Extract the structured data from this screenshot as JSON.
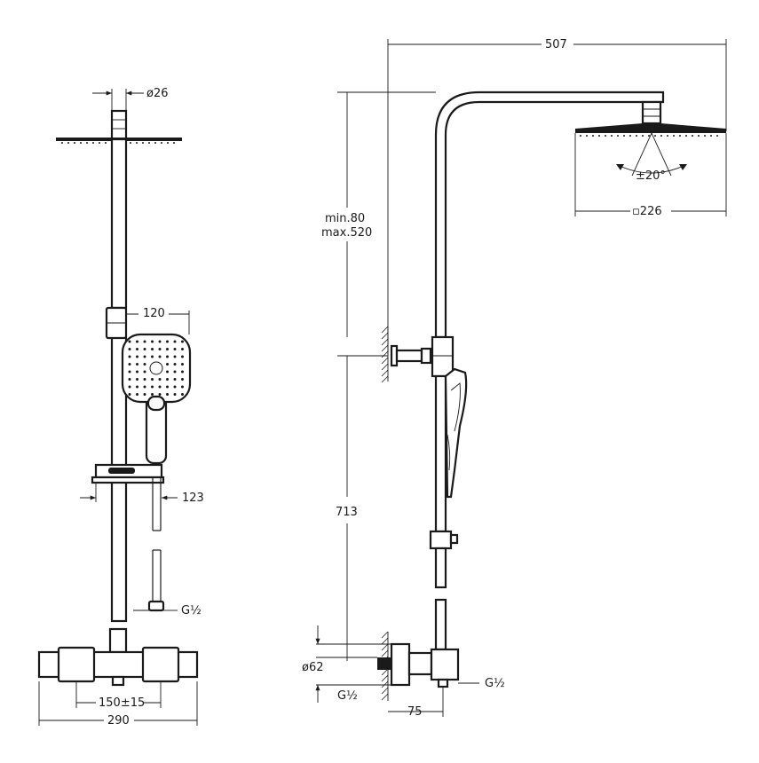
{
  "front_view": {
    "dims": {
      "pipe_diameter": "ø26",
      "hand_shower_width": "120",
      "holder_offset": "123",
      "inlet_thread": "G½",
      "inlet_spacing": "150±15",
      "mixer_width": "290"
    }
  },
  "side_view": {
    "dims": {
      "arm_reach": "507",
      "adjust_range_min": "min.80",
      "adjust_range_max": "max.520",
      "swivel_angle": "±20°",
      "head_size": "▫226",
      "height": "713",
      "connector_diameter": "ø62",
      "inlet_thread": "G½",
      "outlet_thread": "G½",
      "wall_depth": "75"
    }
  },
  "colors": {
    "ink": "#1a1a1a",
    "background": "#ffffff"
  }
}
